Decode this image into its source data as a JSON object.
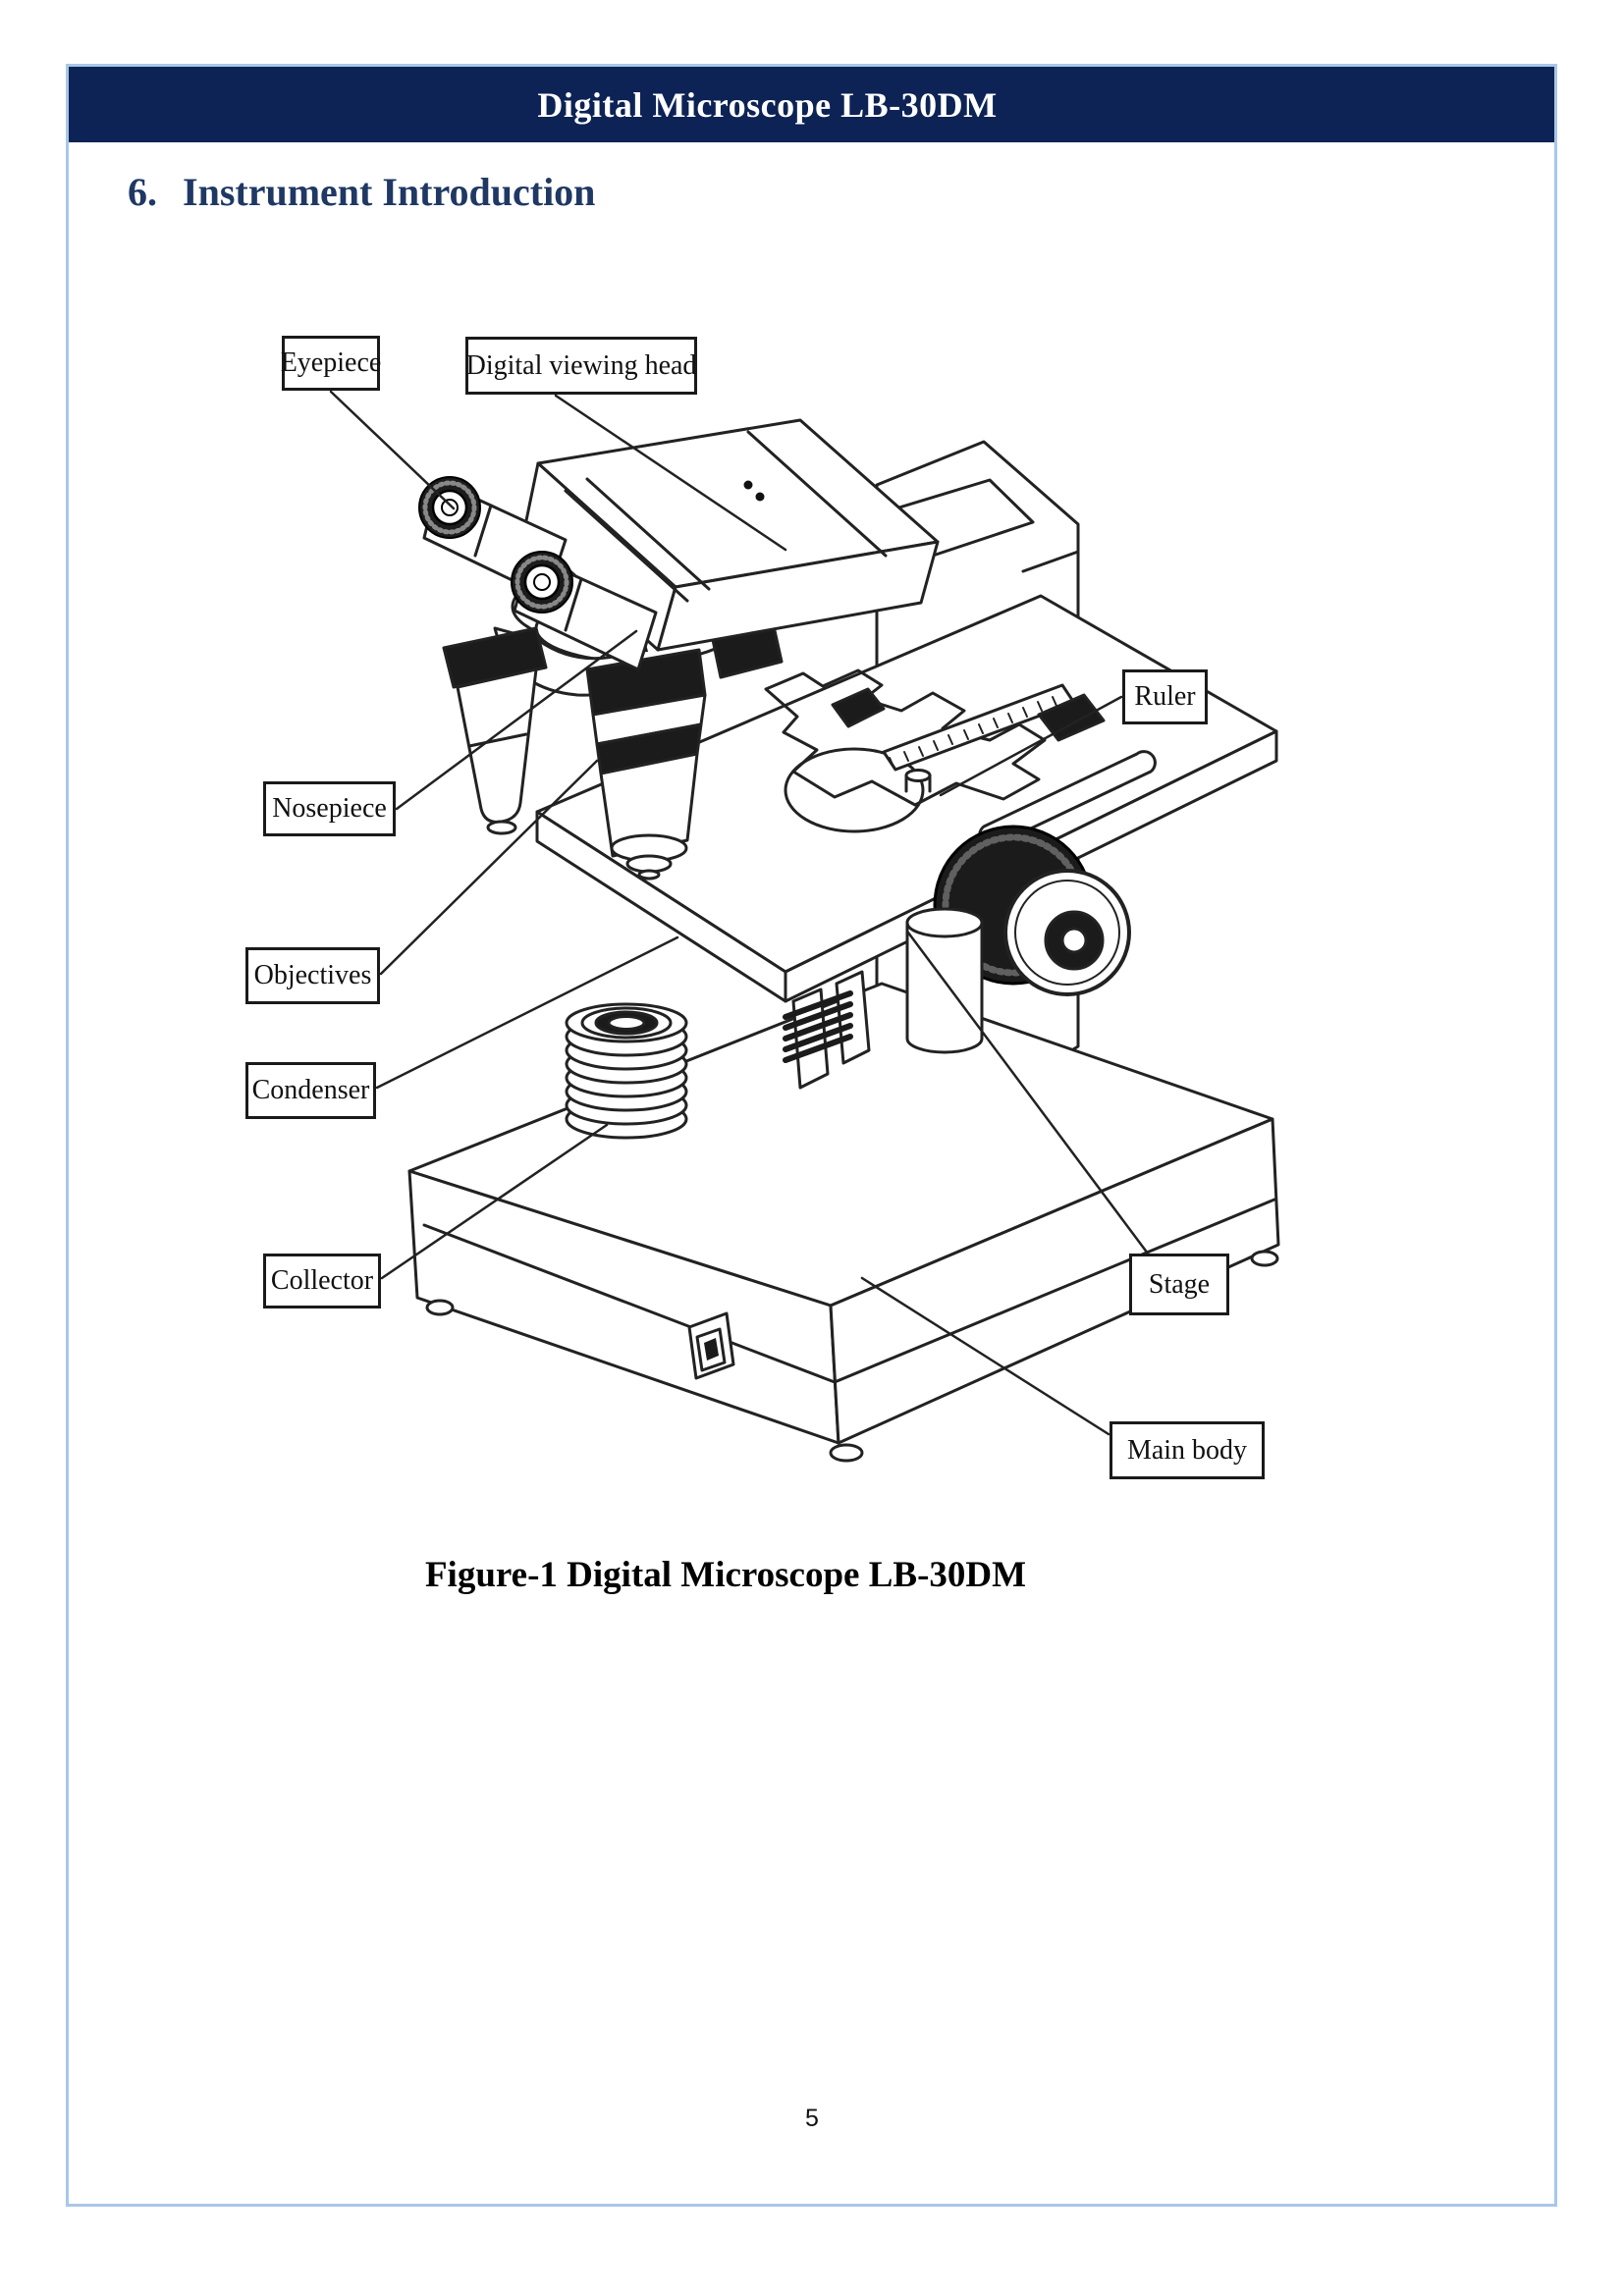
{
  "header": {
    "title": "Digital Microscope LB-30DM"
  },
  "section": {
    "number": "6.",
    "title": "Instrument Introduction"
  },
  "figure": {
    "caption": "Figure-1 Digital Microscope LB-30DM",
    "labels": {
      "eyepiece": "Eyepiece",
      "digital_viewing_head": "Digital viewing head",
      "ruler": "Ruler",
      "nosepiece": "Nosepiece",
      "objectives": "Objectives",
      "condenser": "Condenser",
      "collector": "Collector",
      "stage": "Stage",
      "main_body": "Main body"
    }
  },
  "footer": {
    "page_number": "5"
  },
  "colors": {
    "header_background": "#0d2355",
    "page_border": "#a9c7e8",
    "heading_text": "#1f3864",
    "drawing_line": "#222222"
  }
}
